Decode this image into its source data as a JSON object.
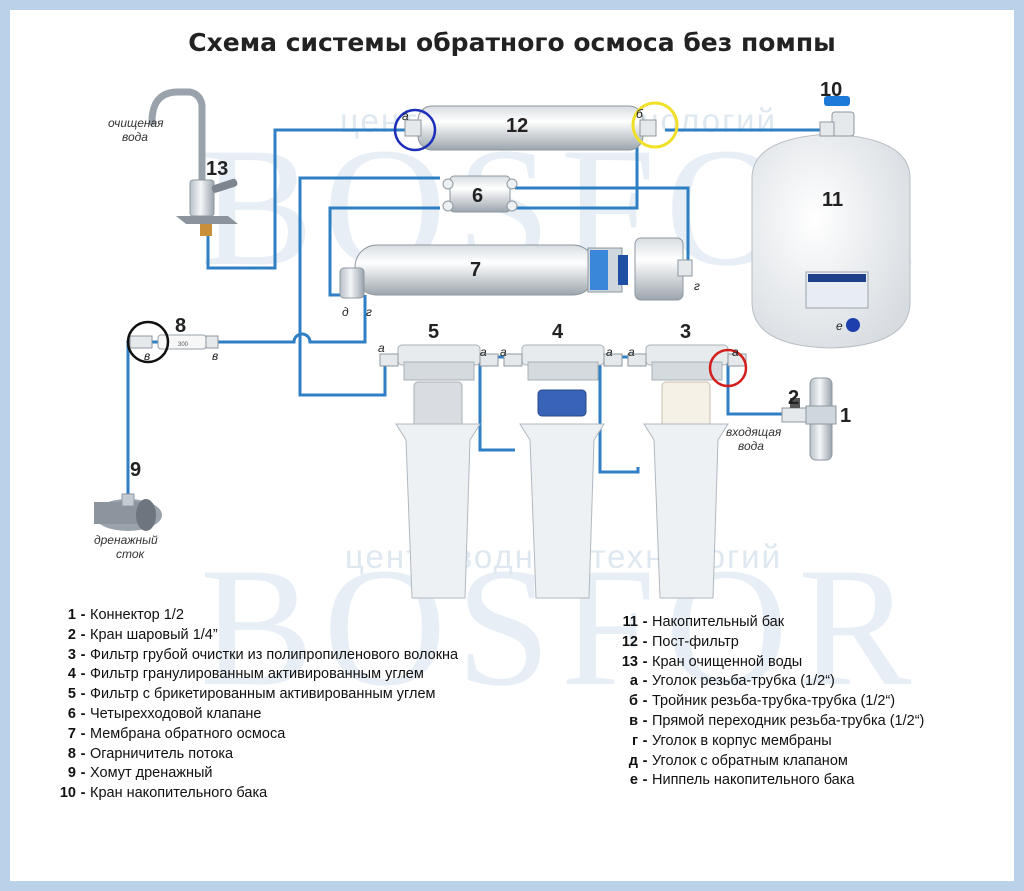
{
  "title": "Схема системы обратного осмоса без помпы",
  "watermark": {
    "line1": "центр водных технологий",
    "line2": "центр водных технологий",
    "logo": "BOSFOR"
  },
  "numbers": {
    "n1": "1",
    "n2": "2",
    "n3": "3",
    "n4": "4",
    "n5": "5",
    "n6": "6",
    "n7": "7",
    "n8": "8",
    "n9": "9",
    "n10": "10",
    "n11": "11",
    "n12": "12",
    "n13": "13"
  },
  "ports": {
    "a": "а",
    "b": "б",
    "v": "в",
    "g": "г",
    "d": "д",
    "e": "е"
  },
  "captions": {
    "clean_1": "очищеная",
    "clean_2": "вода",
    "inlet_1": "входящая",
    "inlet_2": "вода",
    "drain_1": "дренажный",
    "drain_2": "сток",
    "limiter_mark": "300"
  },
  "legend_left": [
    {
      "key": "1",
      "text": "Коннектор 1/2"
    },
    {
      "key": "2",
      "text": "Кран шаровый 1/4”"
    },
    {
      "key": "3",
      "text": "Фильтр грубой очистки  из полипропиленового волокна"
    },
    {
      "key": "4",
      "text": "Фильтр гранулированным активированным углем"
    },
    {
      "key": "5",
      "text": "Фильтр с брикетированным активированным углем"
    },
    {
      "key": "6",
      "text": "Четырехходовой клапане"
    },
    {
      "key": "7",
      "text": "Мембрана обратного осмоса"
    },
    {
      "key": "8",
      "text": "Огарничитель потока"
    },
    {
      "key": "9",
      "text": "Хомут дренажный"
    },
    {
      "key": "10",
      "text": "Кран накопительного бака"
    }
  ],
  "legend_right": [
    {
      "key": "11",
      "text": "Накопительный бак"
    },
    {
      "key": "12",
      "text": "Пост-фильтр"
    },
    {
      "key": "13",
      "text": "Кран очищенной воды"
    },
    {
      "key": "а",
      "text": "Уголок резьба-трубка (1/2“)"
    },
    {
      "key": "б",
      "text": "Тройник резьба-трубка-трубка (1/2“)"
    },
    {
      "key": "в",
      "text": "Прямой переходник резьба-трубка (1/2“)"
    },
    {
      "key": "г",
      "text": "Уголок в корпус мембраны"
    },
    {
      "key": "д",
      "text": "Уголок с обратным клапаном"
    },
    {
      "key": "е",
      "text": "Ниппель накопительного бака"
    }
  ],
  "legend_dash": "-",
  "colors": {
    "tube": "#2f7fc4",
    "frame": "#b9d2ea",
    "circle_blue": "#1c2fb8",
    "circle_yellow": "#f0e02a",
    "circle_red": "#d41d1d",
    "circle_black": "#111111"
  }
}
